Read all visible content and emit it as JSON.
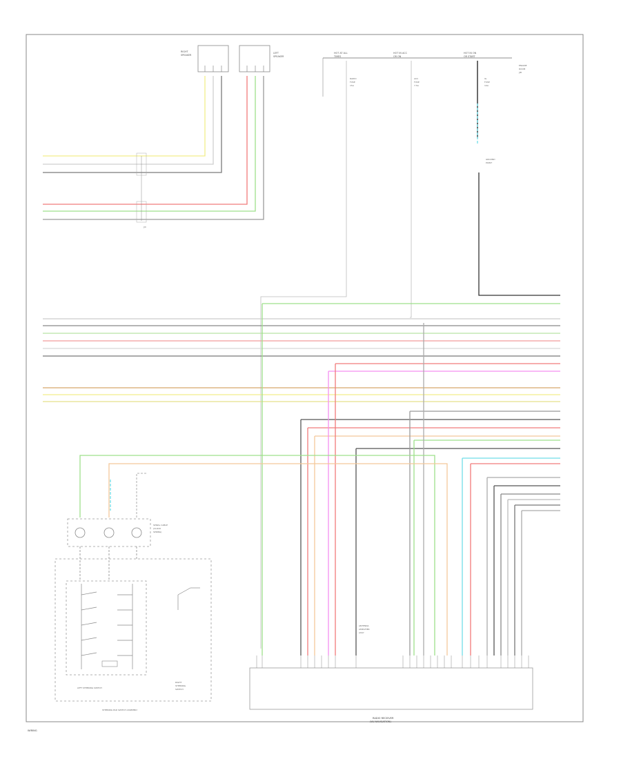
{
  "diagram": {
    "page_label": "WIRING",
    "components": {
      "right_speaker": [
        "RIGHT",
        "SPEAKER"
      ],
      "left_speaker": [
        "LEFT",
        "SPEAKER"
      ],
      "fuse_a": [
        "HOT AT ALL",
        "TIMES"
      ],
      "fuse_b": [
        "HOT IN ACC",
        "OR ON"
      ],
      "fuse_c": [
        "HOT IN ON",
        "OR START"
      ],
      "fuse_a_rating": [
        "RADIO",
        "FUSE",
        "15A"
      ],
      "fuse_b_rating": [
        "ACC",
        "FUSE",
        "7.5A"
      ],
      "fuse_c_rating": [
        "IG",
        "FUSE",
        "10A"
      ],
      "right_side_note": [
        "ENGINE",
        "ROOM",
        "J/B"
      ],
      "ground_point": [
        "GROUND",
        "POINT"
      ],
      "steering_pad_switch": [
        "SPIRAL CABLE",
        "(CLOCK",
        "SPRING)"
      ],
      "left_steering_switch": "LEFT STEERING SWITCH",
      "right_steering_switch": [
        "RIGHT",
        "STEERING",
        "SWITCH"
      ],
      "steering_pad_assembly": "STEERING PAD SWITCH ASSEMBLY",
      "antenna_module": [
        "ANTENNA",
        "AMPLIFIER",
        "ASSY"
      ],
      "radio_receiver": [
        "RADIO RECEIVER",
        "(W/ NAVIGATION)"
      ]
    }
  }
}
